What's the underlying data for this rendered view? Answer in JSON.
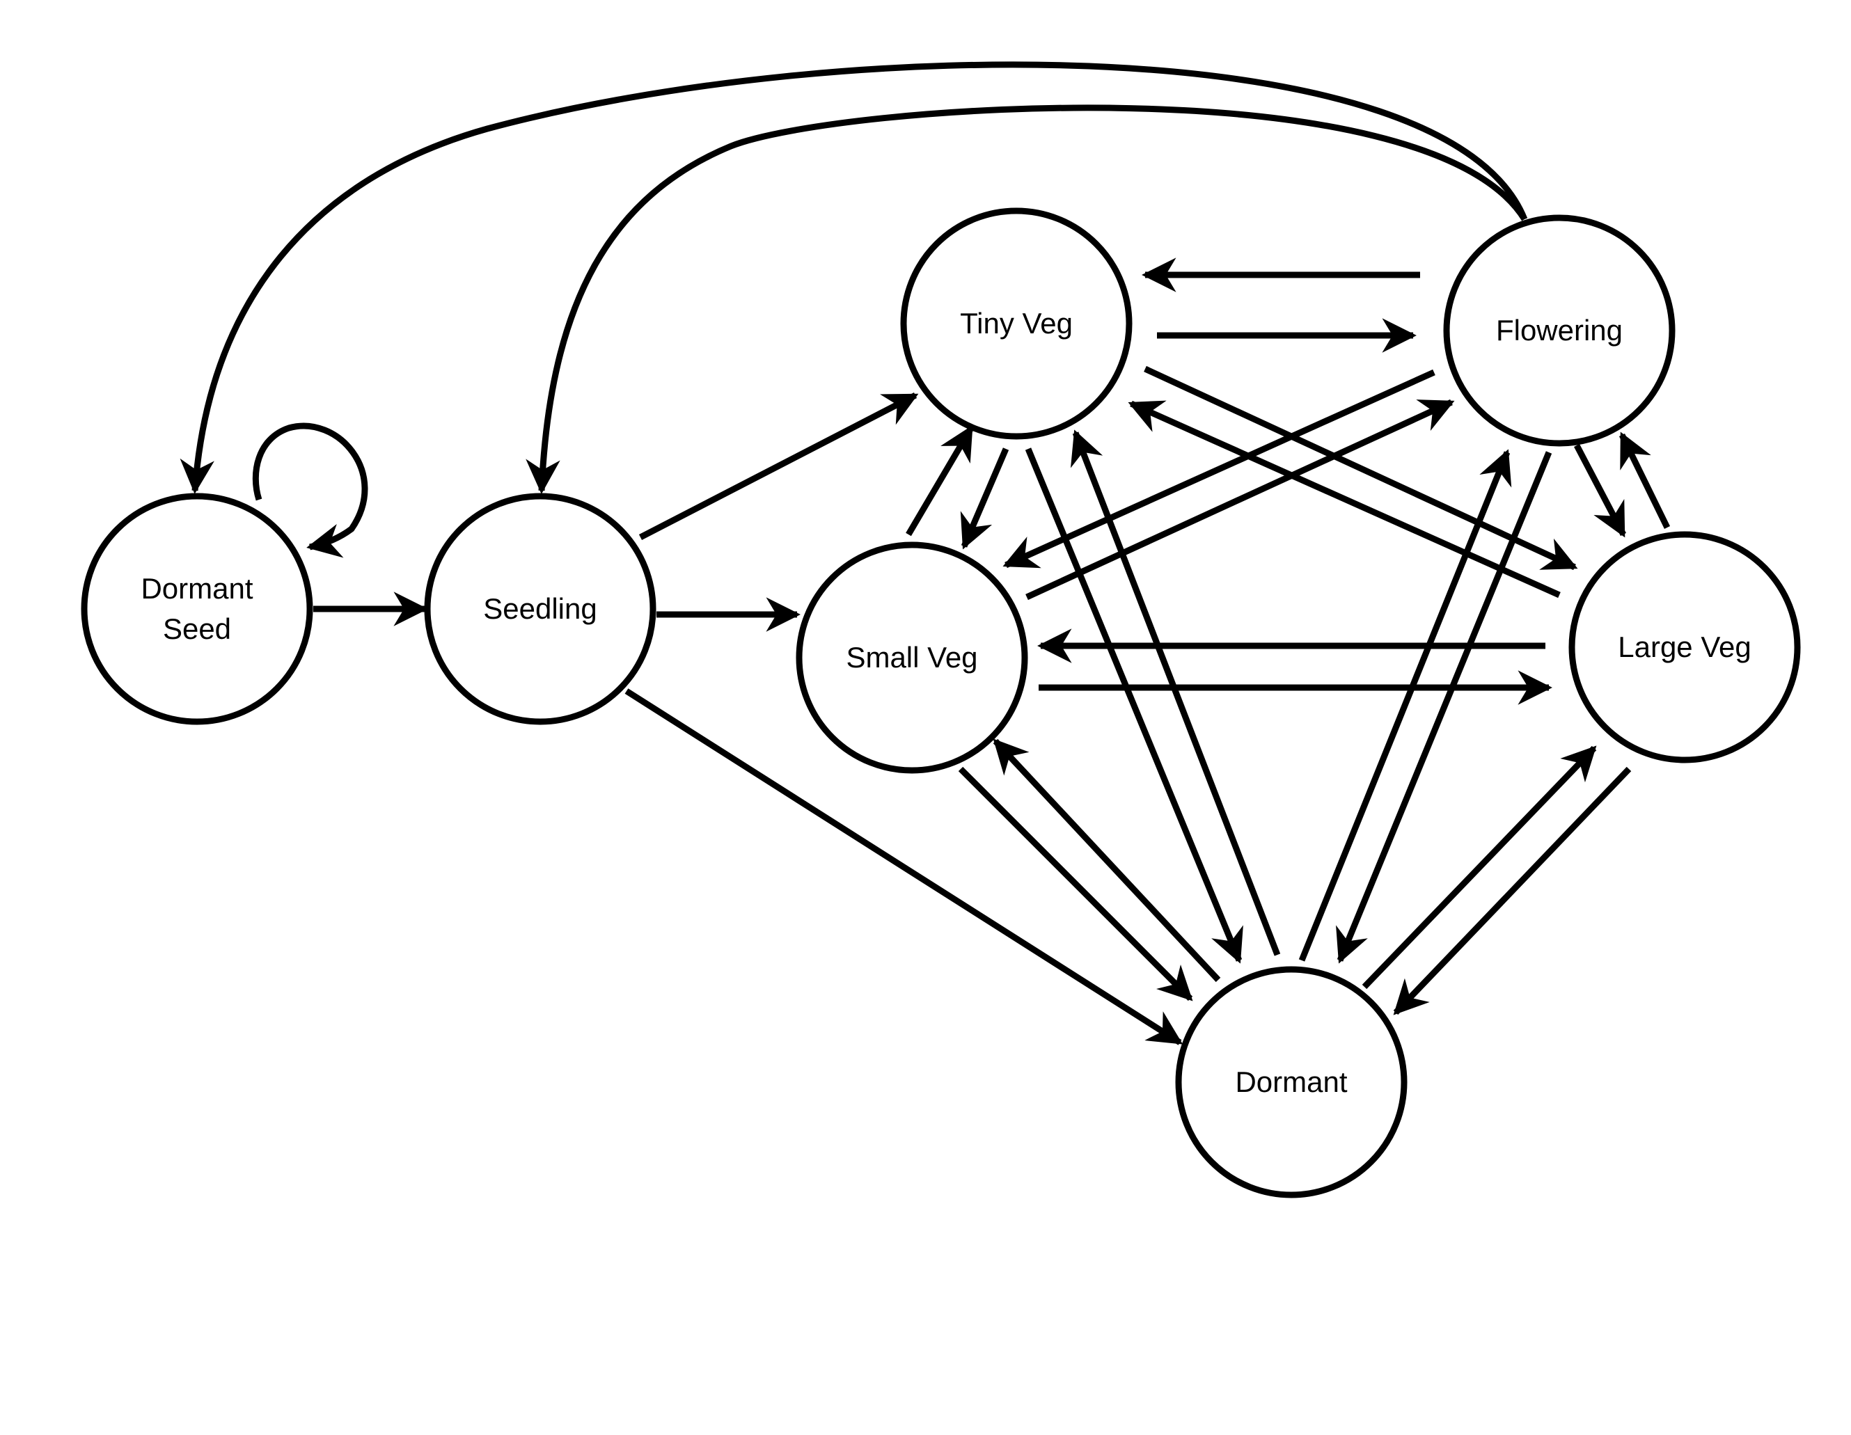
{
  "diagram": {
    "type": "state-transition-diagram",
    "nodes": [
      {
        "id": "dormant_seed",
        "label_lines": [
          "Dormant",
          "Seed"
        ]
      },
      {
        "id": "seedling",
        "label_lines": [
          "Seedling"
        ]
      },
      {
        "id": "tiny_veg",
        "label_lines": [
          "Tiny Veg"
        ]
      },
      {
        "id": "small_veg",
        "label_lines": [
          "Small Veg"
        ]
      },
      {
        "id": "flowering",
        "label_lines": [
          "Flowering"
        ]
      },
      {
        "id": "large_veg",
        "label_lines": [
          "Large Veg"
        ]
      },
      {
        "id": "dormant",
        "label_lines": [
          "Dormant"
        ]
      }
    ],
    "edges": [
      {
        "from": "dormant_seed",
        "to": "dormant_seed"
      },
      {
        "from": "dormant_seed",
        "to": "seedling"
      },
      {
        "from": "seedling",
        "to": "tiny_veg"
      },
      {
        "from": "seedling",
        "to": "small_veg"
      },
      {
        "from": "seedling",
        "to": "dormant"
      },
      {
        "from": "flowering",
        "to": "dormant_seed"
      },
      {
        "from": "flowering",
        "to": "seedling"
      },
      {
        "from": "tiny_veg",
        "to": "flowering"
      },
      {
        "from": "flowering",
        "to": "tiny_veg"
      },
      {
        "from": "tiny_veg",
        "to": "small_veg"
      },
      {
        "from": "small_veg",
        "to": "tiny_veg"
      },
      {
        "from": "tiny_veg",
        "to": "large_veg"
      },
      {
        "from": "large_veg",
        "to": "tiny_veg"
      },
      {
        "from": "tiny_veg",
        "to": "dormant"
      },
      {
        "from": "dormant",
        "to": "tiny_veg"
      },
      {
        "from": "flowering",
        "to": "small_veg"
      },
      {
        "from": "small_veg",
        "to": "flowering"
      },
      {
        "from": "flowering",
        "to": "large_veg"
      },
      {
        "from": "large_veg",
        "to": "flowering"
      },
      {
        "from": "flowering",
        "to": "dormant"
      },
      {
        "from": "dormant",
        "to": "flowering"
      },
      {
        "from": "small_veg",
        "to": "large_veg"
      },
      {
        "from": "large_veg",
        "to": "small_veg"
      },
      {
        "from": "small_veg",
        "to": "dormant"
      },
      {
        "from": "dormant",
        "to": "small_veg"
      },
      {
        "from": "large_veg",
        "to": "dormant"
      },
      {
        "from": "dormant",
        "to": "large_veg"
      }
    ],
    "colors": {
      "stroke": "#000000",
      "background": "#ffffff"
    }
  }
}
